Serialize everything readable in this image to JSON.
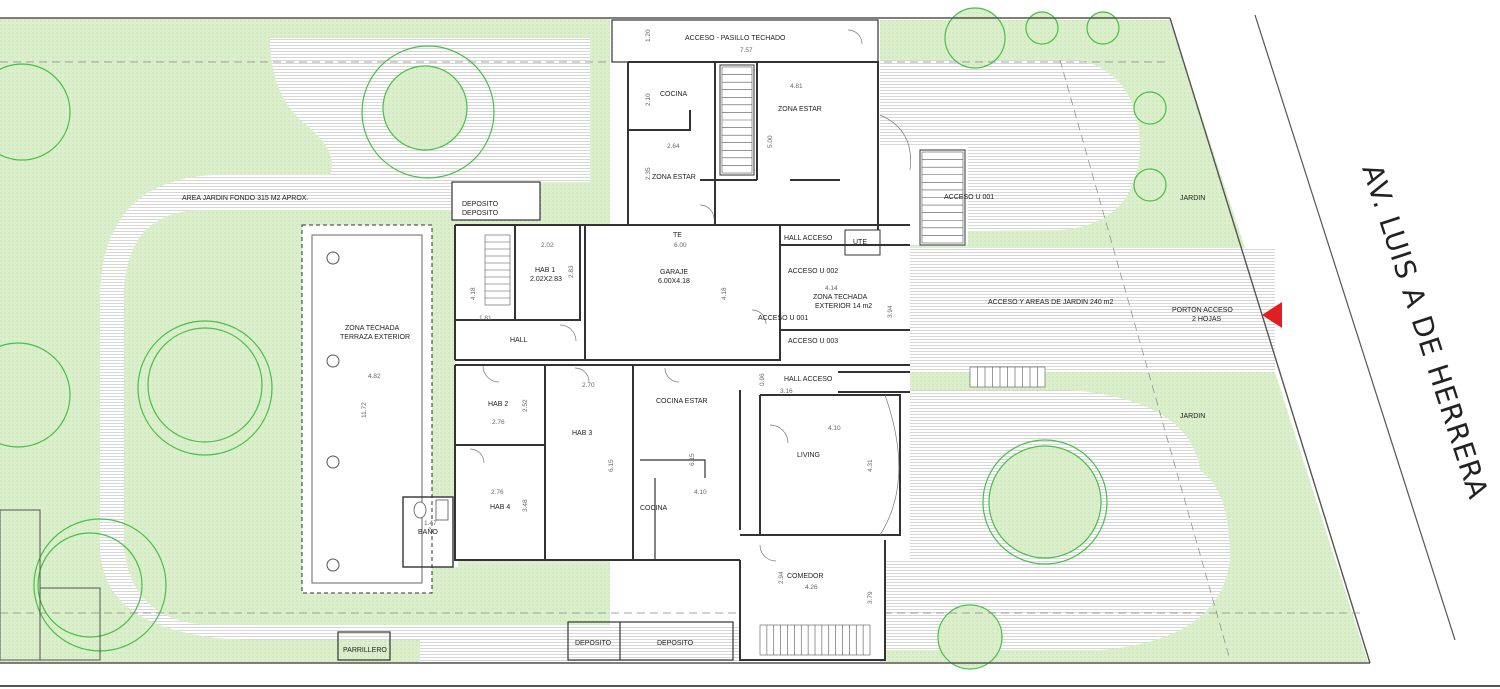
{
  "street": "AV. LUIS A DE HERRERA",
  "colors": {
    "garden": "#dff0cf",
    "tree": "#46c046",
    "wall": "#333333",
    "marker": "#e02020",
    "hatch": "#b8b8b8"
  },
  "areas": {
    "garden_back": "AREA JARDIN FONDO 315 M2 APROX.",
    "access_gardens": "ACCESO Y AREAS DE JARDIN 240 m2",
    "garden_1": "JARDIN",
    "garden_2": "JARDIN",
    "covered_zone": "ZONA TECHADA",
    "exterior_terrace": "TERRAZA EXTERIOR",
    "gate": "PORTON ACCESO",
    "gate_leaves": "2 HOJAS",
    "covered_exterior": "ZONA TECHADA",
    "covered_exterior_area": "EXTERIOR 14 m2"
  },
  "rooms": {
    "acceso_pasillo": "ACCESO - PASILLO TECHADO",
    "cocina_top": "COCINA",
    "zona_estar_top": "ZONA ESTAR",
    "zona_estar_small": "ZONA ESTAR",
    "acceso_u001_top": "ACCESO U 001",
    "hall_acceso_top": "HALL ACCESO",
    "ute": "UTE",
    "deposito_small_1": "DEPOSITO",
    "deposito_small_2": "DEPOSITO",
    "te": "TE",
    "hab1": "HAB 1",
    "hab1_size": "2.02X2.83",
    "garaje": "GARAJE",
    "garaje_size": "6.00X4.18",
    "acceso_u002": "ACCESO U 002",
    "acceso_u001_mid": "ACCESO U 001",
    "acceso_u003": "ACCESO U 003",
    "hall": "HALL",
    "hall_acceso_mid": "HALL ACCESO",
    "hab2": "HAB 2",
    "hab3": "HAB 3",
    "cocina_estar": "COCINA ESTAR",
    "living": "LIVING",
    "hab4": "HAB 4",
    "cocina_bottom": "COCINA",
    "bano": "BAÑO",
    "comedor": "COMEDOR",
    "parrillero": "PARRILLERO",
    "deposito_bottom_1": "DEPOSITO",
    "deposito_bottom_2": "DEPOSITO"
  },
  "dims": {
    "d_1_20": "1.20",
    "d_7_57": "7.57",
    "d_2_10": "2.10",
    "d_4_81": "4.81",
    "d_5_00": "5.00",
    "d_2_64": "2.64",
    "d_2_35": "2.35",
    "d_2_02": "2.02",
    "d_6_00": "6.00",
    "d_2_83": "2.83",
    "d_4_18a": "4.18",
    "d_4_18b": "4.18",
    "d_1_81": "1.81",
    "d_4_14": "4.14",
    "d_3_94": "3.94",
    "d_4_82": "4.82",
    "d_11_72": "11.72",
    "d_2_70": "2.70",
    "d_0_96": "0.96",
    "d_3_16": "3.16",
    "d_2_52": "2.52",
    "d_2_76a": "2.76",
    "d_6_15a": "6.15",
    "d_6_15b": "6.15",
    "d_4_10a": "4.10",
    "d_4_10b": "4.10",
    "d_4_31": "4.31",
    "d_2_76b": "2.76",
    "d_3_48": "3.48",
    "d_1_47": "1.47",
    "d_2_94": "2.94",
    "d_4_26": "4.26",
    "d_3_79": "3.79"
  }
}
